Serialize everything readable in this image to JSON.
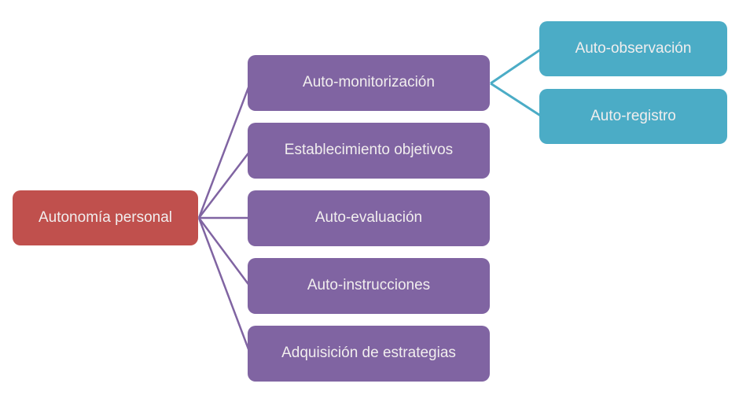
{
  "diagram": {
    "type": "hierarchy",
    "background": "#ffffff",
    "text_color": "#f1eeee",
    "connector_colors": {
      "root_to_level2": "#8064a2",
      "level2_to_level3": "#4bacc6"
    },
    "root": {
      "label": "Autonomía personal",
      "color": "#c0504d",
      "children": [
        {
          "label": "Auto-monitorización",
          "color": "#8064a2",
          "children": [
            {
              "label": "Auto-observación",
              "color": "#4bacc6"
            },
            {
              "label": "Auto-registro",
              "color": "#4bacc6"
            }
          ]
        },
        {
          "label": "Establecimiento objetivos",
          "color": "#8064a2"
        },
        {
          "label": "Auto-evaluación",
          "color": "#8064a2"
        },
        {
          "label": "Auto-instrucciones",
          "color": "#8064a2"
        },
        {
          "label": "Adquisición de estrategias",
          "color": "#8064a2"
        }
      ]
    }
  }
}
